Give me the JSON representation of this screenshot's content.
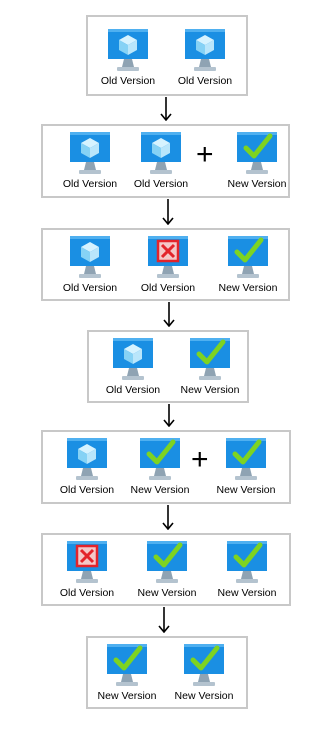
{
  "icons": {
    "old": "cube-monitor-icon",
    "new": "checkmark-monitor-icon",
    "failed": "failed-monitor-icon"
  },
  "colors": {
    "border": "#c8c8c8",
    "monitor": "#1a8fe3",
    "check": "#7ed321",
    "failed": "#e3242b"
  },
  "stages": [
    {
      "items": [
        {
          "state": "old",
          "label": "Old Version"
        },
        {
          "state": "old",
          "label": "Old Version"
        }
      ]
    },
    {
      "items": [
        {
          "state": "old",
          "label": "Old Version"
        },
        {
          "state": "old",
          "label": "Old Version"
        },
        {
          "state": "new",
          "label": "New Version"
        }
      ],
      "plus": "+"
    },
    {
      "items": [
        {
          "state": "old",
          "label": "Old Version"
        },
        {
          "state": "failed",
          "label": "Old Version"
        },
        {
          "state": "new",
          "label": "New Version"
        }
      ]
    },
    {
      "items": [
        {
          "state": "old",
          "label": "Old Version"
        },
        {
          "state": "new",
          "label": "New Version"
        }
      ]
    },
    {
      "items": [
        {
          "state": "old",
          "label": "Old Version"
        },
        {
          "state": "new",
          "label": "New Version"
        },
        {
          "state": "new",
          "label": "New Version"
        }
      ],
      "plus": "+"
    },
    {
      "items": [
        {
          "state": "failed",
          "label": "Old Version"
        },
        {
          "state": "new",
          "label": "New Version"
        },
        {
          "state": "new",
          "label": "New Version"
        }
      ]
    },
    {
      "items": [
        {
          "state": "new",
          "label": "New Version"
        },
        {
          "state": "new",
          "label": "New Version"
        }
      ]
    }
  ]
}
